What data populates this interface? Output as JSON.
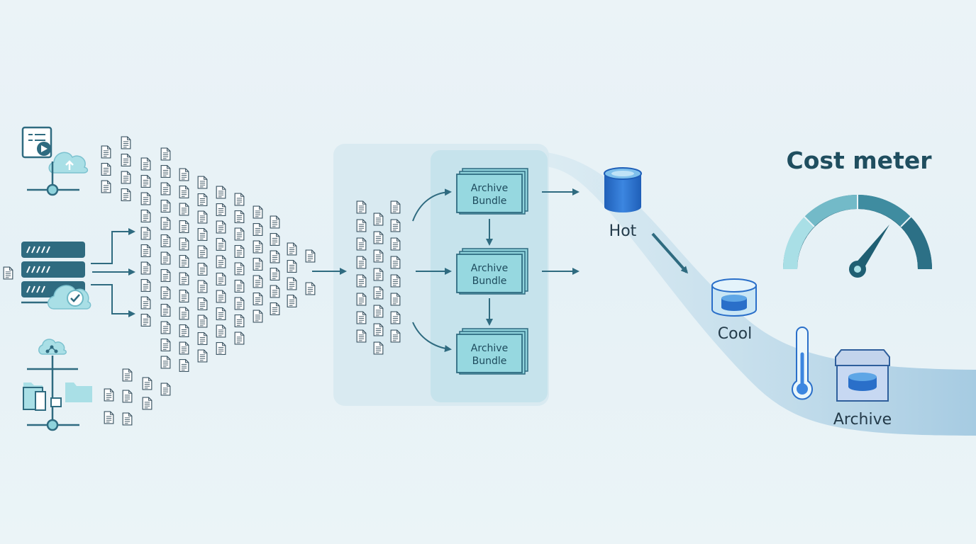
{
  "diagram": {
    "bundles": [
      {
        "line1": "Archive",
        "line2": "Bundle"
      },
      {
        "line1": "Archive",
        "line2": "Bundle"
      },
      {
        "line1": "Archive",
        "line2": "Bundle"
      }
    ],
    "tiers": {
      "hot": "Hot",
      "cool": "Cool",
      "archive": "Archive"
    },
    "cost_meter": {
      "title": "Cost meter"
    }
  },
  "colors": {
    "accent": "#2f6b80",
    "light_accent": "#8fd3dc",
    "bundle_fill": "#8fd3dc",
    "blue": "#2a6fc9",
    "flow": "#b4d5e6"
  }
}
